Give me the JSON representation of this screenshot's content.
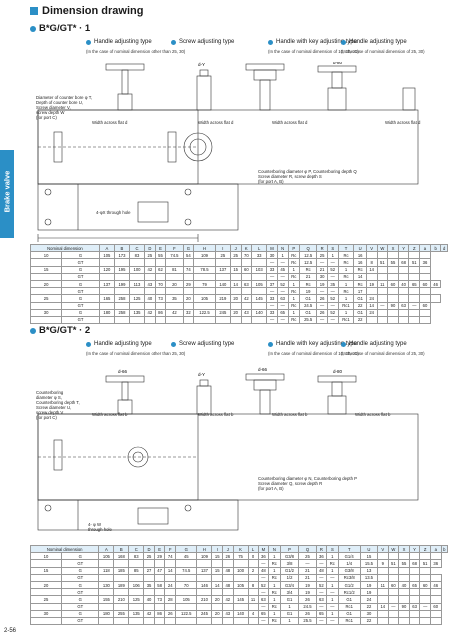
{
  "page": {
    "title": "Dimension drawing",
    "side_tab": "Brake valve",
    "page_number": "2-56"
  },
  "section1": {
    "title": "B*G/GT* · 1",
    "types": [
      {
        "label": "Handle adjusting type",
        "note": "(In the case of nominal dimension other than 25, 30)"
      },
      {
        "label": "Screw adjusting type",
        "note": ""
      },
      {
        "label": "Handle with key adjusting type",
        "note": "(In the case of nominal dimension of 10, 15, 20)"
      },
      {
        "label": "Handle adjusting type",
        "note": "(In the case of nominal dimension of 25, 30)"
      }
    ],
    "dim_labels": {
      "d_handle": "d-66",
      "d_screw": "d-Y",
      "d_key": "d-66",
      "d_handle2": "d-80"
    },
    "width_flat": "Width across flat d",
    "counterbore_note_left": "Diameter of counter bore φ T,\nDepth of counter bore U,\nScrew diameter V,\nscrew depth W\n(for port C)",
    "counterbore_note_right": "Counterboring diameter φ P, Counterboring depth Q\nScrew diameter R, screw depth S\n(for port A, B)",
    "through_hole": "4-φX through hole",
    "headers": [
      "Nominal dimension",
      "A",
      "B",
      "C",
      "D",
      "E",
      "F",
      "G",
      "H",
      "I",
      "J",
      "K",
      "L",
      "M",
      "N",
      "P",
      "Q",
      "R",
      "S",
      "T",
      "U",
      "V",
      "W",
      "X",
      "Y",
      "Z",
      "a",
      "b",
      "d"
    ],
    "rows": [
      [
        "10",
        "G",
        "105",
        "173",
        "83",
        "25",
        "55",
        "74.5",
        "54",
        "109",
        "25",
        "25",
        "70",
        "33",
        "30",
        "1",
        "Rc",
        "12.5",
        "25",
        "1",
        "Rc",
        "16",
        "",
        "",
        "",
        "",
        "",
        ""
      ],
      [
        "",
        "GT",
        "",
        "",
        "",
        "",
        "",
        "",
        "",
        "",
        "",
        "",
        "",
        "",
        "—",
        "—",
        "Rc",
        "12.5",
        "—",
        "—",
        "Rc",
        "16",
        "8",
        "51",
        "55",
        "68",
        "51",
        "36"
      ],
      [
        "15",
        "G",
        "120",
        "195",
        "100",
        "42",
        "62",
        "81",
        "74",
        "78.5",
        "137",
        "15",
        "60",
        "103",
        "33",
        "45",
        "1",
        "Rc",
        "21",
        "52",
        "1",
        "Rc",
        "14",
        "",
        "",
        "",
        "",
        ""
      ],
      [
        "",
        "GT",
        "",
        "",
        "",
        "",
        "",
        "",
        "",
        "",
        "",
        "",
        "",
        "",
        "—",
        "—",
        "Rc",
        "21",
        "30",
        "—",
        "Rc",
        "14",
        "",
        "",
        "",
        "",
        "",
        ""
      ],
      [
        "20",
        "G",
        "137",
        "199",
        "113",
        "43",
        "70",
        "20",
        "29",
        "79",
        "140",
        "14",
        "63",
        "105",
        "37",
        "52",
        "1",
        "Rc",
        "19",
        "35",
        "1",
        "Rc",
        "19",
        "11",
        "60",
        "40",
        "65",
        "60",
        "46"
      ],
      [
        "",
        "GT",
        "",
        "",
        "",
        "",
        "",
        "",
        "",
        "",
        "",
        "",
        "",
        "",
        "—",
        "—",
        "Rc",
        "19",
        "—",
        "—",
        "Rc",
        "17",
        "",
        "",
        "",
        "",
        "",
        ""
      ],
      [
        "25",
        "G",
        "165",
        "258",
        "125",
        "40",
        "73",
        "35",
        "20",
        "105",
        "219",
        "20",
        "42",
        "145",
        "33",
        "63",
        "1",
        "G1",
        "26",
        "52",
        "1",
        "G1",
        "24",
        "",
        "",
        "",
        "",
        "",
        ""
      ],
      [
        "",
        "GT",
        "",
        "",
        "",
        "",
        "",
        "",
        "",
        "",
        "",
        "",
        "",
        "",
        "—",
        "—",
        "Rc",
        "24.5",
        "—",
        "—",
        "Rc1",
        "22",
        "14",
        "—",
        "90",
        "63",
        "—",
        "60"
      ],
      [
        "30",
        "G",
        "180",
        "258",
        "135",
        "42",
        "86",
        "42",
        "32",
        "122.5",
        "245",
        "20",
        "43",
        "140",
        "33",
        "65",
        "1",
        "G1",
        "26",
        "52",
        "1",
        "G1",
        "24",
        "",
        "",
        "",
        "",
        ""
      ],
      [
        "",
        "GT",
        "",
        "",
        "",
        "",
        "",
        "",
        "",
        "",
        "",
        "",
        "",
        "",
        "—",
        "—",
        "Rc",
        "25.5",
        "—",
        "—",
        "Rc1",
        "22",
        "",
        "",
        "",
        "",
        "",
        ""
      ]
    ]
  },
  "section2": {
    "title": "B*G/GT* · 2",
    "types": [
      {
        "label": "Handle adjusting type",
        "note": "(In the case of nominal dimension other than 25, 30)"
      },
      {
        "label": "Screw adjusting type",
        "note": ""
      },
      {
        "label": "Handle with key adjusting type",
        "note": "(In the case of nominal dimension of 10, 15, 20)"
      },
      {
        "label": "Handle adjusting type",
        "note": "(In the case of nominal dimension of 25, 30)"
      }
    ],
    "dim_labels": {
      "d_handle": "d-66",
      "d_screw": "d-Y",
      "d_key": "d-66",
      "d_handle2": "d-80"
    },
    "width_flat": "Width across flat b",
    "counterbore_note_left": "Counterboring\ndiameter φ S,\nCounterboring depth T,\nScrew diameter U,\nscrew depth V\n(for port C)",
    "counterbore_note_right": "Counterboring diameter φ N, Counterboring depth P\nScrew diameter Q, screw depth R\n(for port A, B)",
    "through_hole": "4- φ W\nthrough hole",
    "headers": [
      "Nominal dimension",
      "A",
      "B",
      "C",
      "D",
      "E",
      "F",
      "G",
      "H",
      "I",
      "J",
      "K",
      "L",
      "M",
      "N",
      "P",
      "Q",
      "R",
      "S",
      "T",
      "U",
      "V",
      "W",
      "X",
      "Y",
      "Z",
      "a",
      "b"
    ],
    "rows": [
      [
        "10",
        "G",
        "105",
        "168",
        "83",
        "25",
        "29",
        "74",
        "45",
        "109",
        "15",
        "26",
        "75",
        "0",
        "36",
        "1",
        "G3/8",
        "25",
        "36",
        "1",
        "G1/4",
        "15",
        "",
        "",
        "",
        "",
        "",
        ""
      ],
      [
        "",
        "GT",
        "",
        "",
        "",
        "",
        "",
        "",
        "",
        "",
        "",
        "",
        "",
        "",
        "—",
        "Rc",
        "3/8",
        "—",
        "—",
        "Rc",
        "1/4",
        "15.5",
        "9",
        "51",
        "55",
        "68",
        "51",
        "36"
      ],
      [
        "15",
        "G",
        "118",
        "185",
        "85",
        "27",
        "47",
        "14",
        "74.5",
        "137",
        "15",
        "48",
        "100",
        "2",
        "48",
        "1",
        "G1/2",
        "21",
        "48",
        "1",
        "G3/8",
        "13",
        "",
        "",
        "",
        "",
        ""
      ],
      [
        "",
        "GT",
        "",
        "",
        "",
        "",
        "",
        "",
        "",
        "",
        "",
        "",
        "",
        "",
        "—",
        "Rc",
        "1/2",
        "21",
        "—",
        "—",
        "Rc3/8",
        "13.5",
        "",
        "",
        "",
        "",
        "",
        ""
      ],
      [
        "20",
        "G",
        "130",
        "189",
        "106",
        "35",
        "58",
        "24",
        "70",
        "146",
        "14",
        "48",
        "105",
        "8",
        "52",
        "1",
        "G3/4",
        "19",
        "52",
        "1",
        "G1/2",
        "19",
        "11",
        "60",
        "40",
        "65",
        "60",
        "46"
      ],
      [
        "",
        "GT",
        "",
        "",
        "",
        "",
        "",
        "",
        "",
        "",
        "",
        "",
        "",
        "",
        "—",
        "Rc",
        "3/4",
        "19",
        "—",
        "—",
        "Rc1/2",
        "19",
        "",
        "",
        "",
        "",
        "",
        ""
      ],
      [
        "25",
        "G",
        "155",
        "210",
        "125",
        "40",
        "73",
        "28",
        "105",
        "210",
        "20",
        "42",
        "145",
        "11",
        "63",
        "1",
        "G1",
        "26",
        "63",
        "1",
        "G1",
        "24",
        "",
        "",
        "",
        "",
        "",
        ""
      ],
      [
        "",
        "GT",
        "",
        "",
        "",
        "",
        "",
        "",
        "",
        "",
        "",
        "",
        "",
        "",
        "—",
        "Rc",
        "1",
        "24.5",
        "—",
        "—",
        "Rc1",
        "22",
        "14",
        "—",
        "90",
        "63",
        "—",
        "60"
      ],
      [
        "30",
        "G",
        "180",
        "255",
        "135",
        "42",
        "86",
        "26",
        "122.5",
        "245",
        "20",
        "43",
        "140",
        "4",
        "65",
        "1",
        "G1",
        "26",
        "65",
        "1",
        "G1",
        "30",
        "",
        "",
        "",
        "",
        "",
        ""
      ],
      [
        "",
        "GT",
        "",
        "",
        "",
        "",
        "",
        "",
        "",
        "",
        "",
        "",
        "",
        "",
        "—",
        "Rc",
        "1",
        "25.5",
        "—",
        "—",
        "Rc1",
        "22",
        "",
        "",
        "",
        "",
        "",
        ""
      ]
    ]
  },
  "colors": {
    "accent": "#2b8fc6",
    "header_bg": "#dfeef8"
  }
}
